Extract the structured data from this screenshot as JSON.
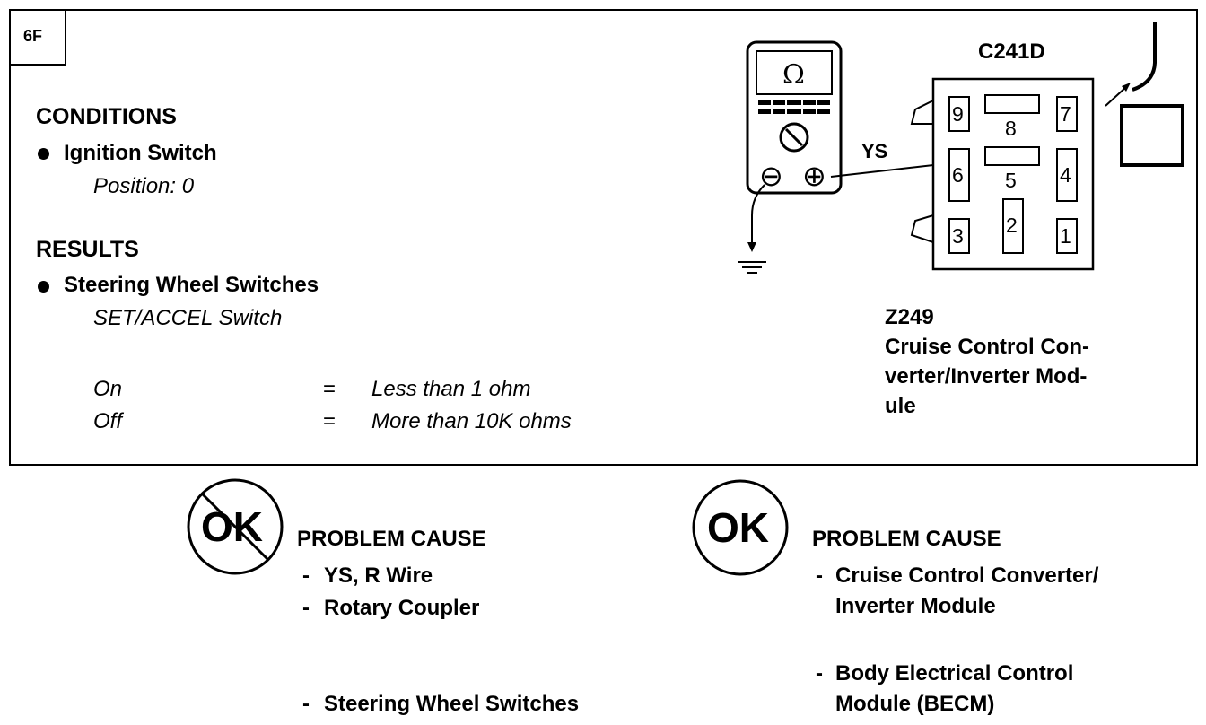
{
  "step_label": "6F",
  "conditions": {
    "heading": "CONDITIONS",
    "item": "Ignition Switch",
    "detail": "Position: 0"
  },
  "results": {
    "heading": "RESULTS",
    "item": "Steering Wheel Switches",
    "detail": "SET/ACCEL Switch",
    "rows": [
      {
        "state": "On",
        "eq": "=",
        "value": "Less than 1 ohm"
      },
      {
        "state": "Off",
        "eq": "=",
        "value": "More than 10K ohms"
      }
    ]
  },
  "meter": {
    "symbol": "Ω",
    "neg": "⊖",
    "pos": "⊕"
  },
  "wire_label": "YS",
  "connector": {
    "id": "C241D",
    "pins": [
      "9",
      "8",
      "7",
      "6",
      "5",
      "4",
      "3",
      "2",
      "1"
    ]
  },
  "module": {
    "code": "Z249",
    "lines": [
      "Cruise Control Con-",
      "verter/Inverter Mod-",
      "ule"
    ]
  },
  "not_ok": {
    "badge": "OK",
    "heading": "PROBLEM CAUSE",
    "items": [
      "YS, R   Wire",
      "Rotary Coupler",
      "Steering Wheel Switches"
    ]
  },
  "ok": {
    "badge": "OK",
    "heading": "PROBLEM CAUSE",
    "items": [
      [
        "Cruise Control Converter/",
        "Inverter Module"
      ],
      [
        "Body Electrical Control",
        "Module (BECM)"
      ]
    ]
  }
}
